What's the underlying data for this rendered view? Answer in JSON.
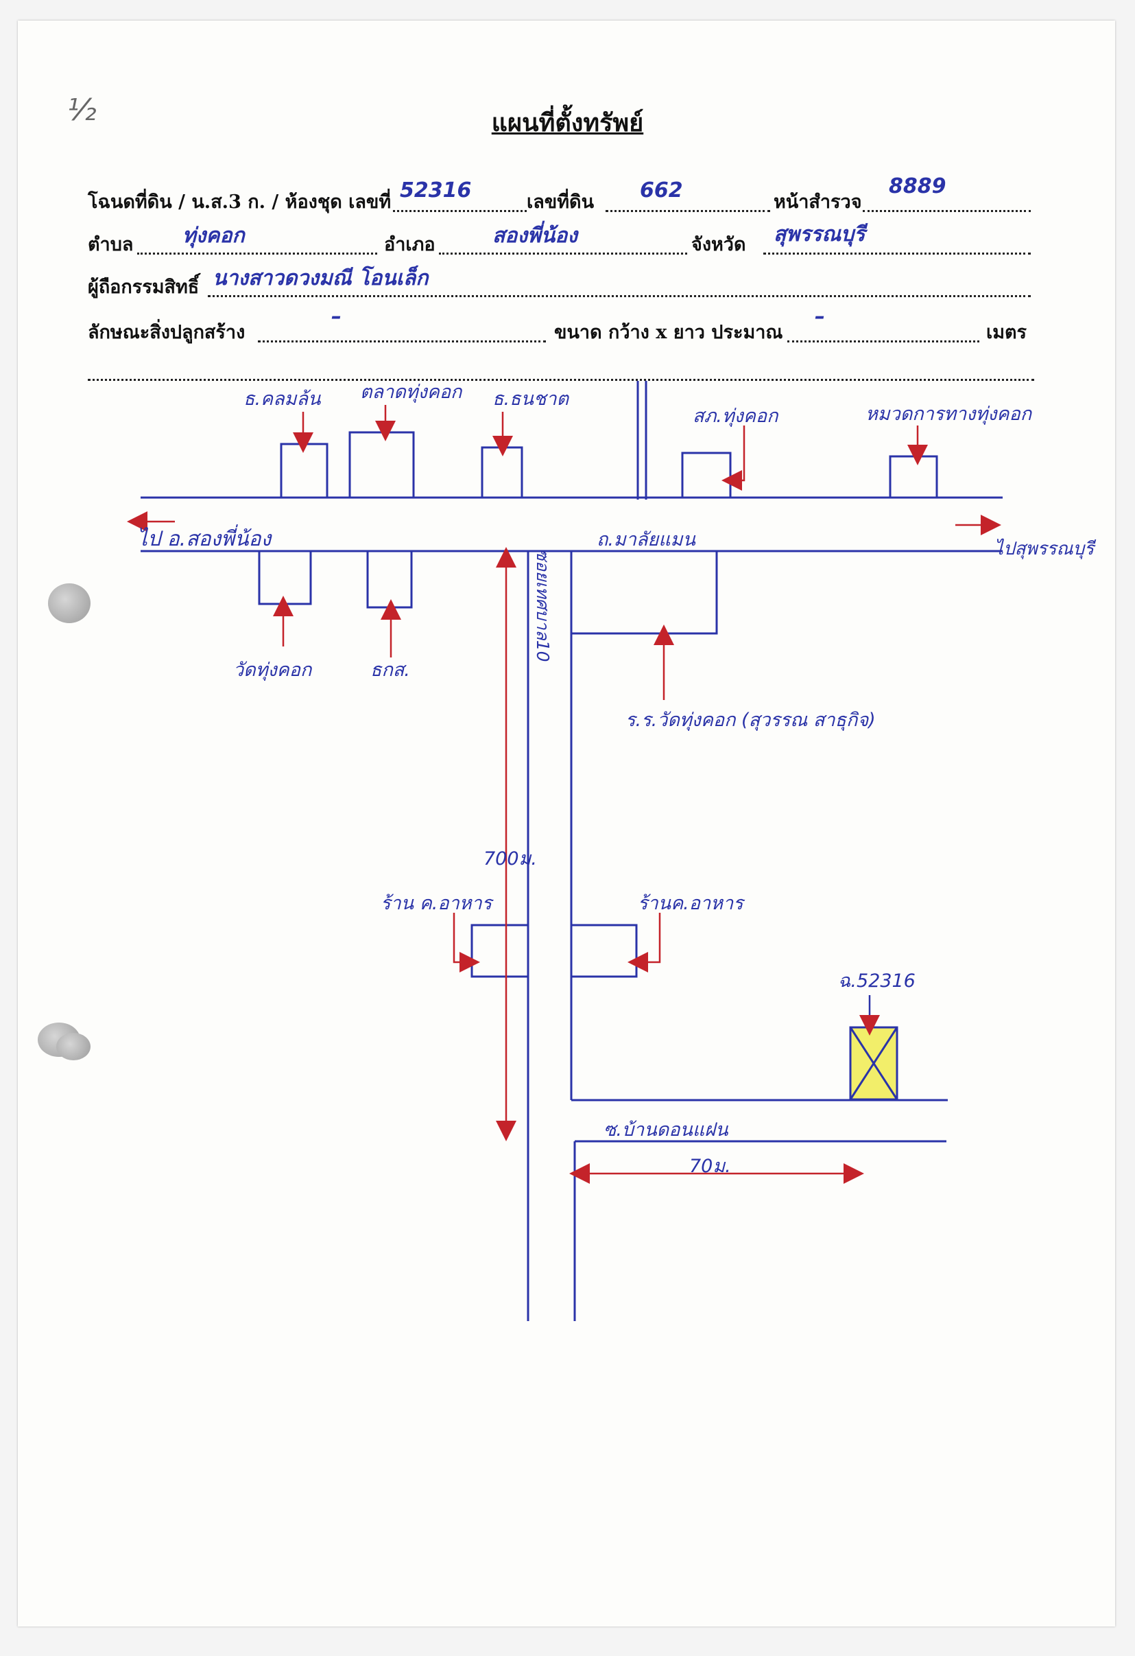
{
  "document": {
    "title": "แผนที่ตั้งทรัพย์",
    "margin_mark": "¹⁄₂"
  },
  "form": {
    "row1": {
      "label_deed": "โฉนดที่ดิน / น.ส.3 ก. / ห้องชุด เลขที่",
      "deed_no": "52316",
      "label_land_no": "เลขที่ดิน",
      "land_no": "662",
      "label_survey": "หน้าสำรวจ",
      "survey_no": "8889"
    },
    "row2": {
      "label_subdistrict": "ตำบล",
      "subdistrict": "ทุ่งคอก",
      "label_district": "อำเภอ",
      "district": "สองพี่น้อง",
      "label_province": "จังหวัด",
      "province": "สุพรรณบุรี"
    },
    "row3": {
      "label_owner": "ผู้ถือกรรมสิทธิ์",
      "owner": "นางสาวดวงมณี โอนเล็ก"
    },
    "row4": {
      "label_building": "ลักษณะสิ่งปลูกสร้าง",
      "building": "–",
      "label_size": "ขนาด กว้าง x ยาว ประมาณ",
      "size": "–",
      "label_unit": "เมตร"
    }
  },
  "map": {
    "labels": {
      "bank_krungthai_top": "ธ.คลมล้น",
      "market": "ตลาดทุ่งคอก",
      "bank_thanachart": "ธ.ธนชาต",
      "police": "สภ.ทุ่งคอก",
      "highway_unit": "หมวดการทางทุ่งคอก",
      "to_songphinong": "ไป อ.สองพี่น้อง",
      "road_mahachai": "ถ.มาลัยแมน",
      "to_suphan": "ไปสุพรรณบุรี",
      "wat": "วัดทุ่งคอก",
      "baac": "ธกส.",
      "soi_name": "ซอยเทศบาล10",
      "school": "ร.ร.วัดทุ่งคอก (สุวรรณ สาธุกิจ)",
      "distance_vertical": "700ม.",
      "shop_left": "ร้าน ค.อาหาร",
      "shop_right": "ร้านค.อาหาร",
      "parcel": "ฉ.52316",
      "soi_ban_don": "ซ.บ้านดอนแฝน",
      "distance_horizontal": "70ม."
    },
    "colors": {
      "road_line": "#2a33a8",
      "arrow": "#c4232a",
      "parcel_fill": "#f2ee6a"
    }
  }
}
